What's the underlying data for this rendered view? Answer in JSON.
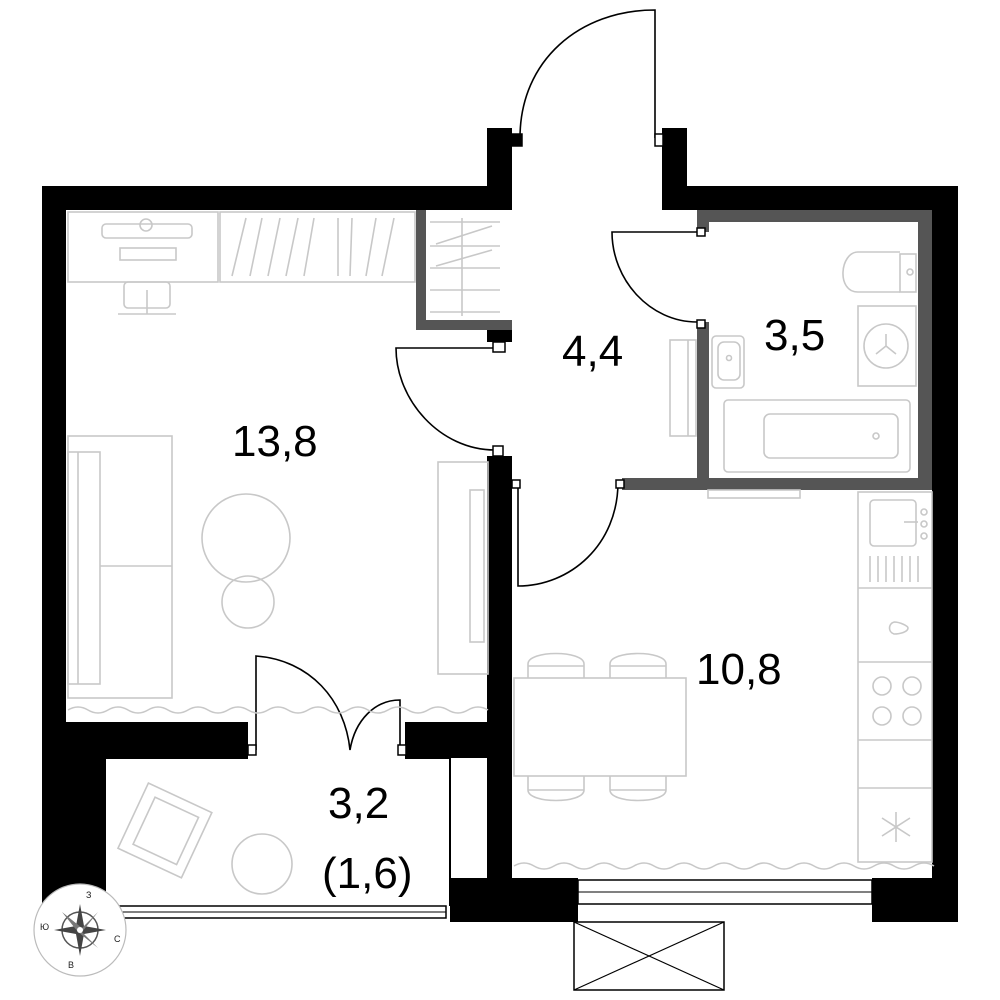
{
  "rooms": {
    "living_room": {
      "area": "13,8"
    },
    "hallway": {
      "area": "4,4"
    },
    "bathroom": {
      "area": "3,5"
    },
    "kitchen": {
      "area": "10,8"
    },
    "balcony": {
      "area": "3,2",
      "reduced_area": "(1,6)"
    }
  },
  "compass": {
    "north": "С",
    "south": "Ю",
    "west": "З",
    "east": "В"
  },
  "colors": {
    "walls": "#000000",
    "bathroom_walls": "#555555",
    "furniture": "#c8c8c8"
  }
}
